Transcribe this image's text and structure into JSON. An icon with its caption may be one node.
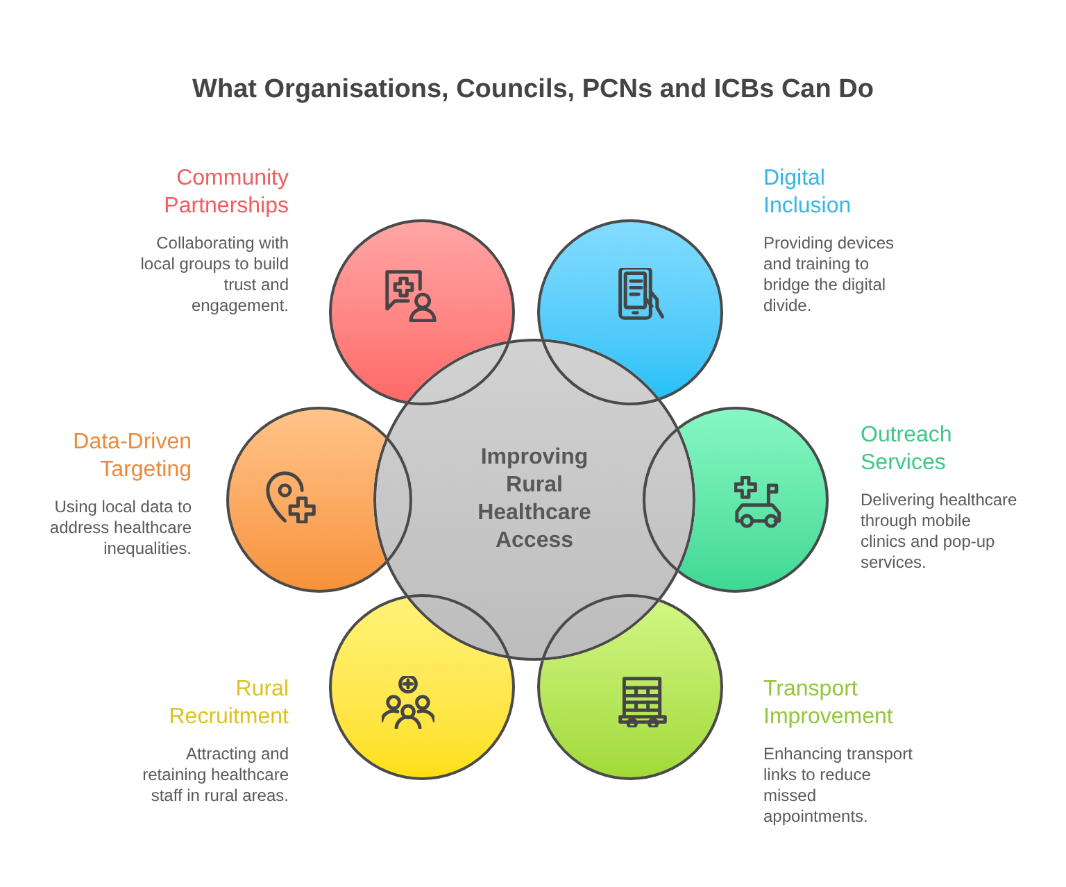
{
  "diagram": {
    "title": "What Organisations, Councils, PCNs and ICBs Can Do",
    "nodes": [
      {
        "text": [
          "Improving Rural Healthcare Access"
        ]
      },
      {
        "text": [
          "Community Partnerships",
          "Collaborating with local groups to build trust and engagement."
        ]
      },
      {
        "text": [
          "Digital Inclusion",
          "Providing devices and training to bridge the digital divide."
        ]
      },
      {
        "text": [
          "Data-Driven Targeting",
          "Using local data to address healthcare inequalities."
        ]
      },
      {
        "text": [
          "Outreach Services",
          "Delivering healthcare through mobile clinics and pop-up services."
        ]
      },
      {
        "text": [
          "Rural Recruitment",
          "Attracting and retaining healthcare staff in rural areas."
        ]
      },
      {
        "text": [
          "Transport Improvement",
          "Enhancing transport links to reduce missed appointments."
        ]
      }
    ]
  }
}
